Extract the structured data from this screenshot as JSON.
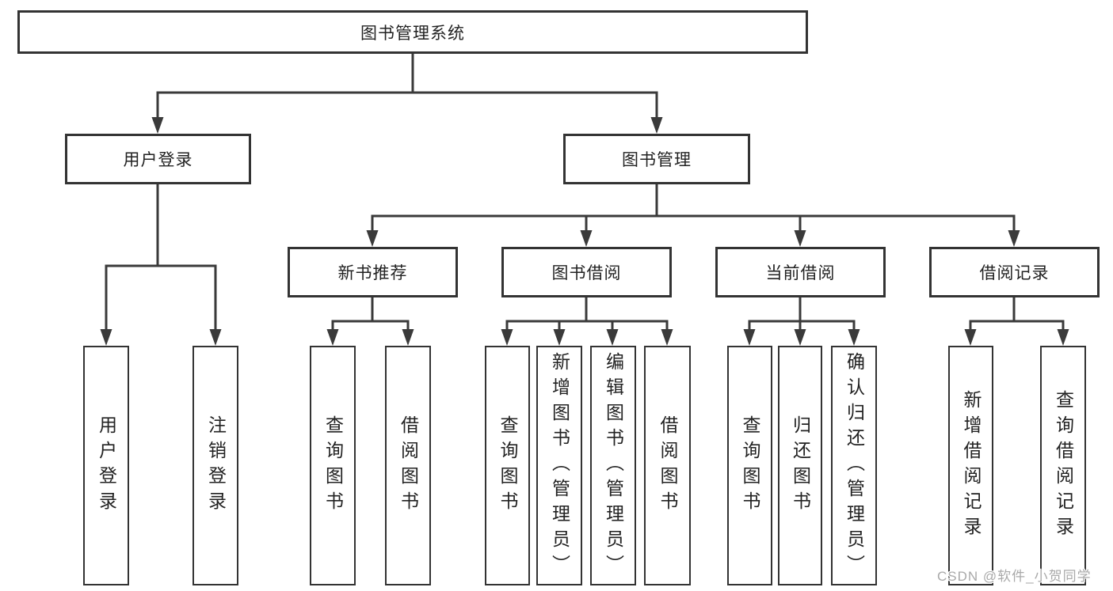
{
  "colors": {
    "background": "#ffffff",
    "box_border": "#333333",
    "connector_line": "#3a3a3a",
    "text": "#222222",
    "watermark_text": "#a9a9a9"
  },
  "tree": {
    "label": "图书管理系统",
    "children": [
      {
        "label": "用户登录",
        "children": [
          {
            "label": "用户登录"
          },
          {
            "label": "注销登录"
          }
        ]
      },
      {
        "label": "图书管理",
        "children": [
          {
            "label": "新书推荐",
            "children": [
              {
                "label": "查询图书"
              },
              {
                "label": "借阅图书"
              }
            ]
          },
          {
            "label": "图书借阅",
            "children": [
              {
                "label": "查询图书"
              },
              {
                "label": "新增图书（管理员）"
              },
              {
                "label": "编辑图书（管理员）"
              },
              {
                "label": "借阅图书"
              }
            ]
          },
          {
            "label": "当前借阅",
            "children": [
              {
                "label": "查询图书"
              },
              {
                "label": "归还图书"
              },
              {
                "label": "确认归还（管理员）"
              }
            ]
          },
          {
            "label": "借阅记录",
            "children": [
              {
                "label": "新增借阅记录"
              },
              {
                "label": "查询借阅记录"
              }
            ]
          }
        ]
      }
    ]
  },
  "watermark": {
    "text": "CSDN @软件_小贺同学"
  }
}
